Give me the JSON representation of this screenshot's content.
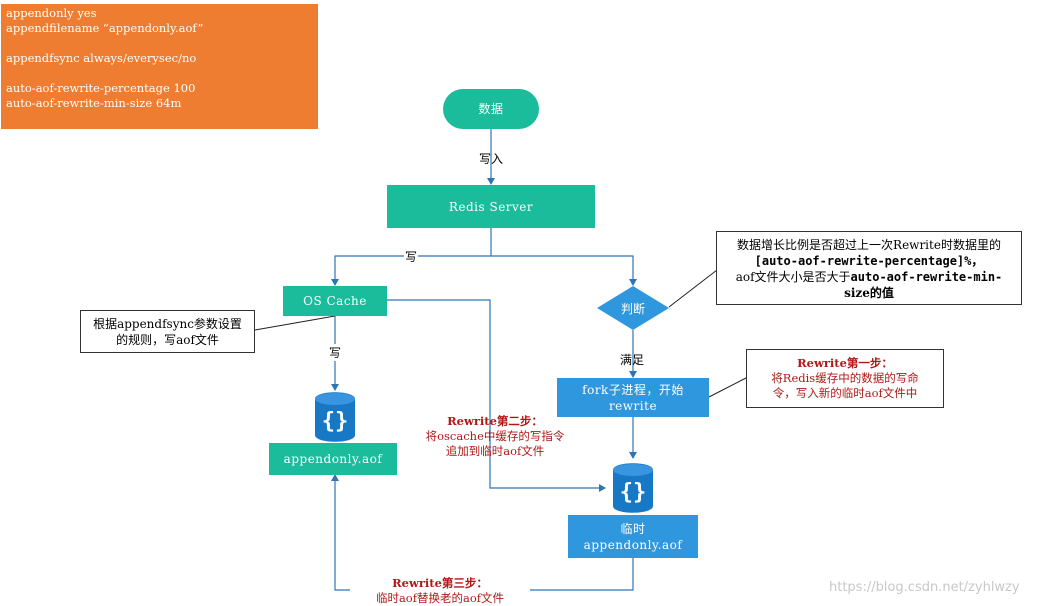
{
  "config": {
    "lines": [
      "appendonly yes",
      "appendfilename “appendonly.aof”",
      "",
      "appendfsync always/everysec/no",
      "",
      "auto-aof-rewrite-percentage 100",
      "auto-aof-rewrite-min-size 64m"
    ]
  },
  "nodes": {
    "data": "数据",
    "redis_server": "Redis Server",
    "os_cache": "OS Cache",
    "judge": "判断",
    "fork": "fork子进程，开始\nrewrite",
    "appendonly": "appendonly.aof",
    "temp": "临时\nappendonly.aof"
  },
  "edge_labels": {
    "write_in": "写入",
    "write": "写",
    "write2": "写",
    "satisfy": "满足"
  },
  "notes": {
    "fsync_note": "根据appendfsync参数设置\n的规则，写aof文件",
    "judge_note_line1": "数据增长比例是否超过上一次Rewrite时数据里的",
    "judge_note_line2": "[auto-aof-rewrite-percentage]%，",
    "judge_note_line3a": "aof文件大小是否大于",
    "judge_note_line3b": "auto-aof-rewrite-min-",
    "judge_note_line4": "size的值"
  },
  "annotations": {
    "step1_title": "Rewrite第一步：",
    "step1_body": "将Redis缓存中的数据的写命\n令，写入新的临时aof文件中",
    "step2_title": "Rewrite第二步：",
    "step2_body": "将oscache中缓存的写指令\n追加到临时aof文件",
    "step3_title": "Rewrite第三步：",
    "step3_body": "临时aof替换老的aof文件"
  },
  "watermark": "https://blog.csdn.net/zyhlwzy",
  "colors": {
    "orange": "#ee7d31",
    "teal": "#1abc9c",
    "blue": "#2f97dd",
    "line": "#2e75b6",
    "red": "#b01818"
  }
}
